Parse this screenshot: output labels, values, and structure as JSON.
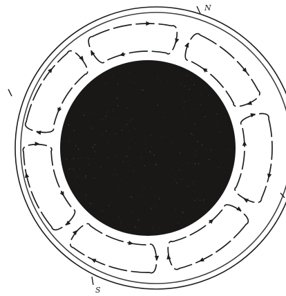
{
  "diagram": {
    "pole_labels": {
      "north": "N",
      "south": "S"
    },
    "core_color": "#1a1717",
    "ink_color": "#1e1e1e",
    "cell_count": 7,
    "circulation_direction": "clockwise"
  }
}
